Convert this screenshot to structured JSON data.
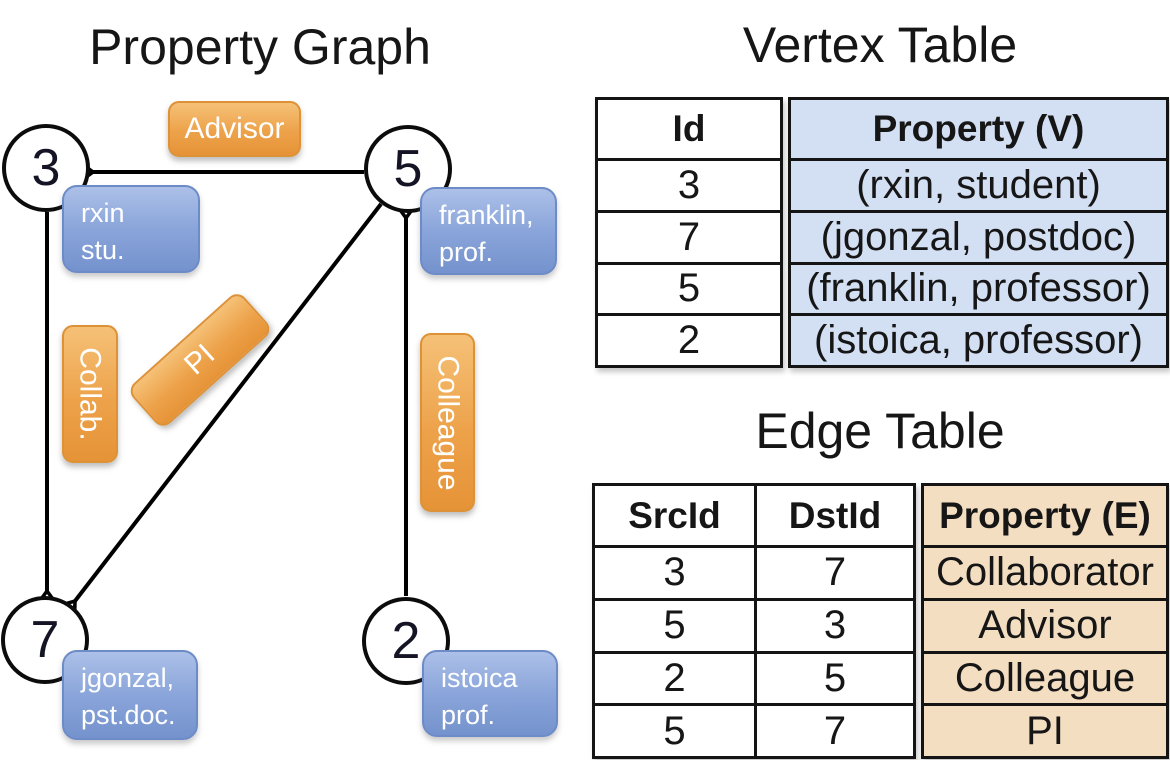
{
  "graph": {
    "title": "Property Graph",
    "nodes": [
      {
        "id": "3",
        "property": [
          "rxin",
          "stu."
        ]
      },
      {
        "id": "5",
        "property": [
          "franklin,",
          "prof."
        ]
      },
      {
        "id": "7",
        "property": [
          "jgonzal,",
          "pst.doc."
        ]
      },
      {
        "id": "2",
        "property": [
          "istoica",
          "prof."
        ]
      }
    ],
    "edges": [
      {
        "label": "Advisor",
        "from": "5",
        "to": "3"
      },
      {
        "label": "Collab.",
        "from": "3",
        "to": "7"
      },
      {
        "label": "PI",
        "from": "5",
        "to": "7"
      },
      {
        "label": "Colleague",
        "from": "2",
        "to": "5"
      }
    ]
  },
  "vertex_table": {
    "title": "Vertex Table",
    "columns": [
      "Id",
      "Property (V)"
    ],
    "rows": [
      [
        "3",
        "(rxin, student)"
      ],
      [
        "7",
        "(jgonzal, postdoc)"
      ],
      [
        "5",
        "(franklin, professor)"
      ],
      [
        "2",
        "(istoica, professor)"
      ]
    ]
  },
  "edge_table": {
    "title": "Edge Table",
    "columns": [
      "SrcId",
      "DstId",
      "Property (E)"
    ],
    "rows": [
      [
        "3",
        "7",
        "Collaborator"
      ],
      [
        "5",
        "3",
        "Advisor"
      ],
      [
        "2",
        "5",
        "Colleague"
      ],
      [
        "5",
        "7",
        "PI"
      ]
    ]
  },
  "colors": {
    "edge_label_fill": "#EDA24A",
    "vertex_property_fill": "#8AA5DA",
    "vertex_table_fill": "#D3DFF2",
    "edge_table_fill": "#F4DEC2",
    "line_color": "#000000",
    "label_text": "#FFFFFF"
  }
}
